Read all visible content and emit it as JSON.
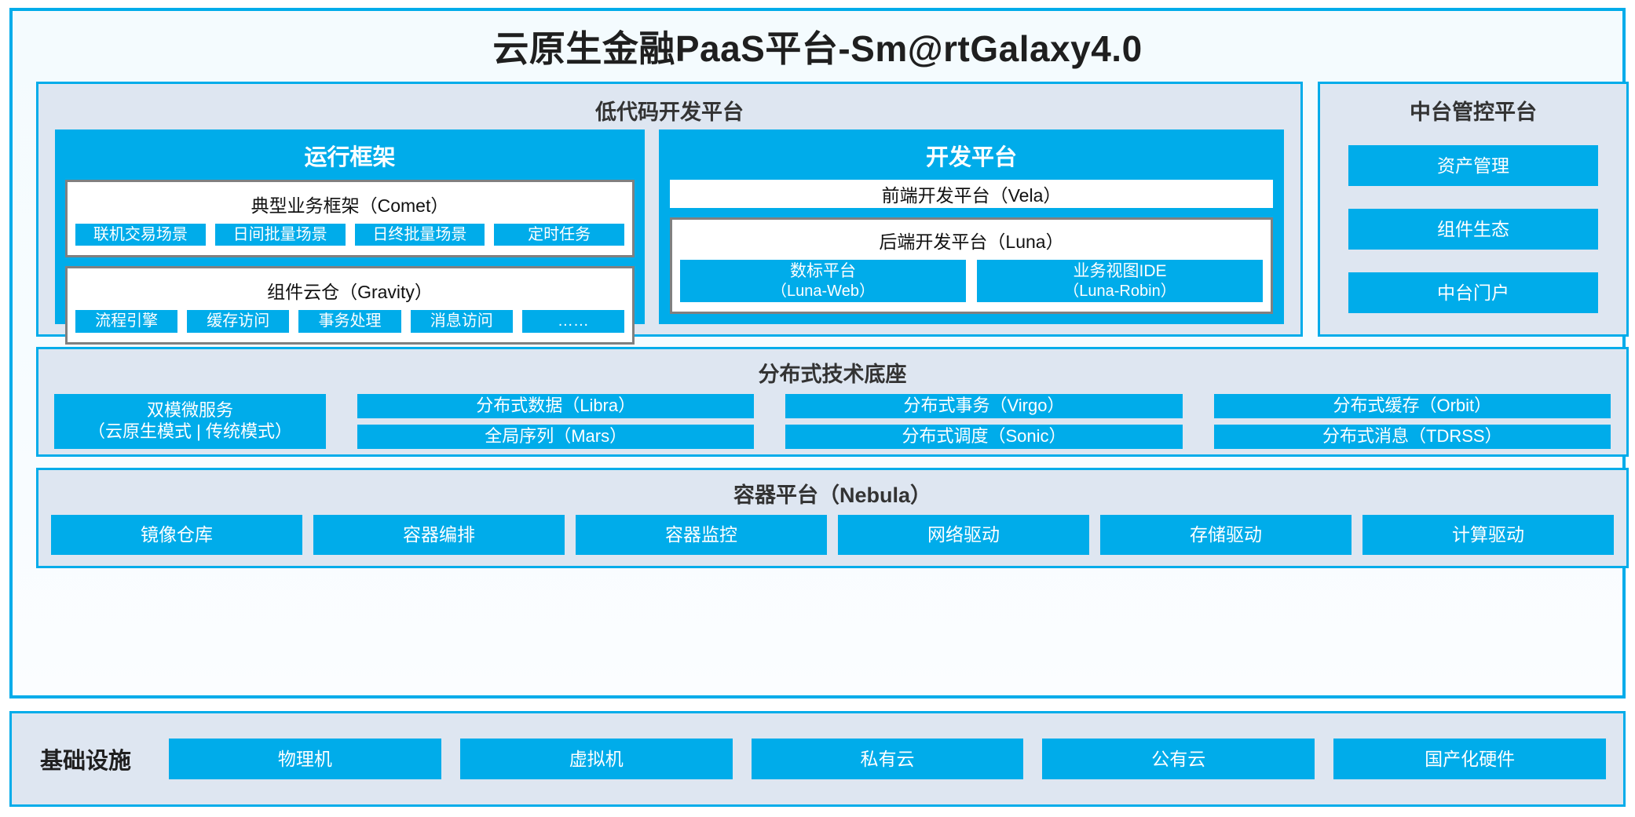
{
  "title": "云原生金融PaaS平台-Sm@rtGalaxy4.0",
  "colors": {
    "accent": "#00ACEA",
    "panel_bg": "#DEE6F1",
    "panel_border": "#00ACEA",
    "card_border": "#808080",
    "text_dark": "#1f1f1f",
    "tile_text": "#FFFFFF"
  },
  "lowcode": {
    "title": "低代码开发平台",
    "runtime": {
      "heading": "运行框架",
      "cards": [
        {
          "head": "典型业务框架（Comet）",
          "chips": [
            "联机交易场景",
            "日间批量场景",
            "日终批量场景",
            "定时任务"
          ]
        },
        {
          "head": "组件云仓（Gravity）",
          "chips": [
            "流程引擎",
            "缓存访问",
            "事务处理",
            "消息访问",
            "……"
          ]
        }
      ]
    },
    "devplatform": {
      "heading": "开发平台",
      "frontend": "前端开发平台（Vela）",
      "backend": {
        "head": "后端开发平台（Luna）",
        "chips": [
          {
            "name": "数标平台",
            "sub": "（Luna-Web）"
          },
          {
            "name": "业务视图IDE",
            "sub": "（Luna-Robin）"
          }
        ]
      }
    }
  },
  "midplatform": {
    "title": "中台管控平台",
    "items": [
      "资产管理",
      "组件生态",
      "中台门户"
    ]
  },
  "distbase": {
    "title": "分布式技术底座",
    "wide_tile": {
      "line1": "双模微服务",
      "line2": "（云原生模式 | 传统模式）"
    },
    "columns": [
      [
        "分布式数据（Libra）",
        "全局序列（Mars）"
      ],
      [
        "分布式事务（Virgo）",
        "分布式调度（Sonic）"
      ],
      [
        "分布式缓存（Orbit）",
        "分布式消息（TDRSS）"
      ]
    ]
  },
  "containerplatform": {
    "title": "容器平台（Nebula）",
    "items": [
      "镜像仓库",
      "容器编排",
      "容器监控",
      "网络驱动",
      "存储驱动",
      "计算驱动"
    ]
  },
  "infrastructure": {
    "label": "基础设施",
    "items": [
      "物理机",
      "虚拟机",
      "私有云",
      "公有云",
      "国产化硬件"
    ]
  }
}
